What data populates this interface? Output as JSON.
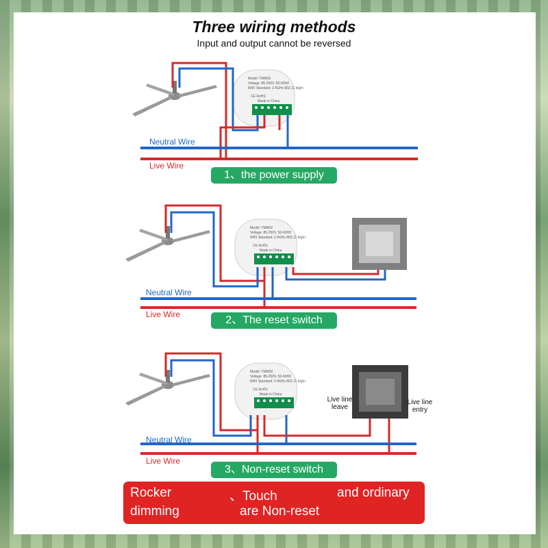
{
  "header": {
    "title": "Three wiring methods",
    "subtitle": "Input and output cannot be reversed"
  },
  "wires": {
    "neutral_label": "Neutral Wire",
    "live_label": "Live Wire",
    "neutral_color": "#1f66c8",
    "live_color": "#d42a2a"
  },
  "sections": [
    {
      "label": "1、the power supply"
    },
    {
      "label": "2、The reset switch"
    },
    {
      "label": "3、Non-reset switch",
      "live_leave": "Live line leave",
      "live_entry": "Live line entry"
    }
  ],
  "banner": {
    "line1_a": "Rocker",
    "line1_b": "、Touch",
    "line1_c": "and ordinary",
    "line2_a": "dimming",
    "line2_b": "are Non-reset",
    "color": "#e02424"
  },
  "accent_color": "#26a865"
}
